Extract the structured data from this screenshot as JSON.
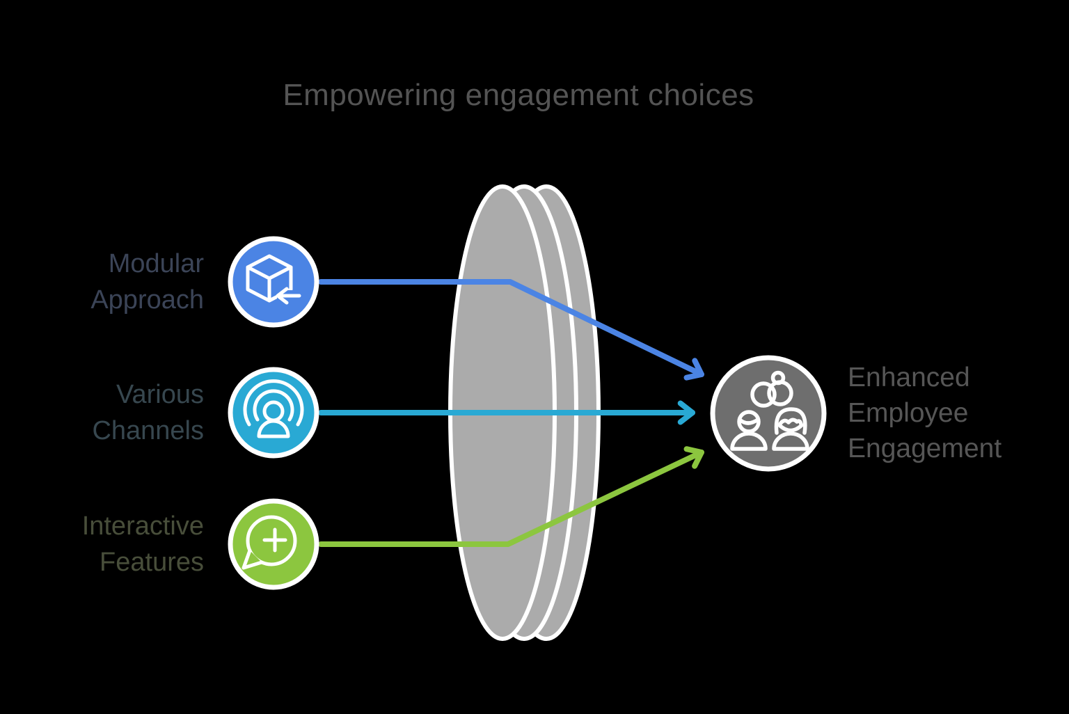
{
  "title": {
    "text": "Empowering engagement choices",
    "color": "#545454"
  },
  "background_color": "#000000",
  "icon_stroke_color": "#ffffff",
  "inputs": [
    {
      "lines": [
        "Modular",
        "Approach"
      ],
      "label_color": "#3b4457",
      "circle_color": "#4b84e4",
      "icon": "cube-import-icon"
    },
    {
      "lines": [
        "Various",
        "Channels"
      ],
      "label_color": "#37474f",
      "circle_color": "#29a9d4",
      "icon": "broadcast-person-icon"
    },
    {
      "lines": [
        "Interactive",
        "Features"
      ],
      "label_color": "#484e3a",
      "circle_color": "#8cc63f",
      "icon": "chat-plus-icon"
    }
  ],
  "output": {
    "lines": [
      "Enhanced",
      "Employee",
      "Engagement"
    ],
    "label_color": "#565656",
    "circle_color": "#6e6e6e",
    "icon": "engagement-couple-icon"
  },
  "lens": {
    "fill_color": "#ababab",
    "outline_color": "#ffffff"
  }
}
